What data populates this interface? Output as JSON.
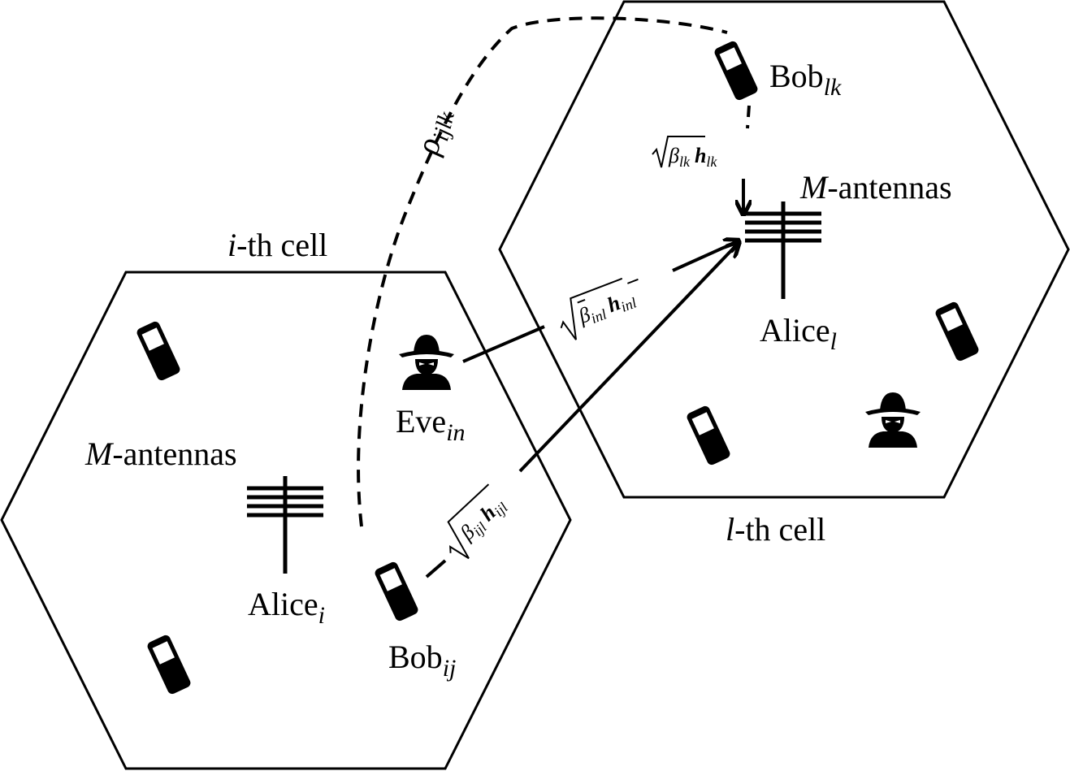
{
  "cells": {
    "i": {
      "title": "i-th cell",
      "title_italic": "i",
      "title_rest": "-th cell",
      "antenna_label": "M-antennas",
      "antenna_italic": "M",
      "antenna_rest": "-antennas"
    },
    "l": {
      "title": "l-th cell",
      "title_italic": "l",
      "title_rest": "-th cell",
      "antenna_label": "M-antennas",
      "antenna_italic": "M",
      "antenna_rest": "-antennas"
    }
  },
  "nodes": {
    "alice_i": {
      "base": "Alice",
      "sub": "i"
    },
    "alice_l": {
      "base": "Alice",
      "sub": "l"
    },
    "bob_ij": {
      "base": "Bob",
      "sub": "ij"
    },
    "bob_lk": {
      "base": "Bob",
      "sub": "lk"
    },
    "eve_in": {
      "base": "Eve",
      "sub": "in"
    }
  },
  "links": {
    "rho": {
      "symbol": "ρ",
      "sub": "ijlk"
    },
    "bob_lk_channel": {
      "beta": "β",
      "beta_sub": "lk",
      "h": "h",
      "h_sub": "lk"
    },
    "eve_channel": {
      "beta": "β",
      "beta_sub": "inl",
      "h": "h",
      "h_sub": "inl",
      "bar": "true"
    },
    "bob_ij_channel": {
      "beta": "β",
      "beta_sub": "ijl",
      "h": "h",
      "h_sub": "ijl"
    }
  },
  "colors": {
    "stroke": "#000000",
    "background": "#ffffff",
    "screen": "#ffffff"
  },
  "icons": {
    "phone": "mobile-phone-icon",
    "eve": "spy-icon",
    "antenna": "antenna-array-icon"
  }
}
